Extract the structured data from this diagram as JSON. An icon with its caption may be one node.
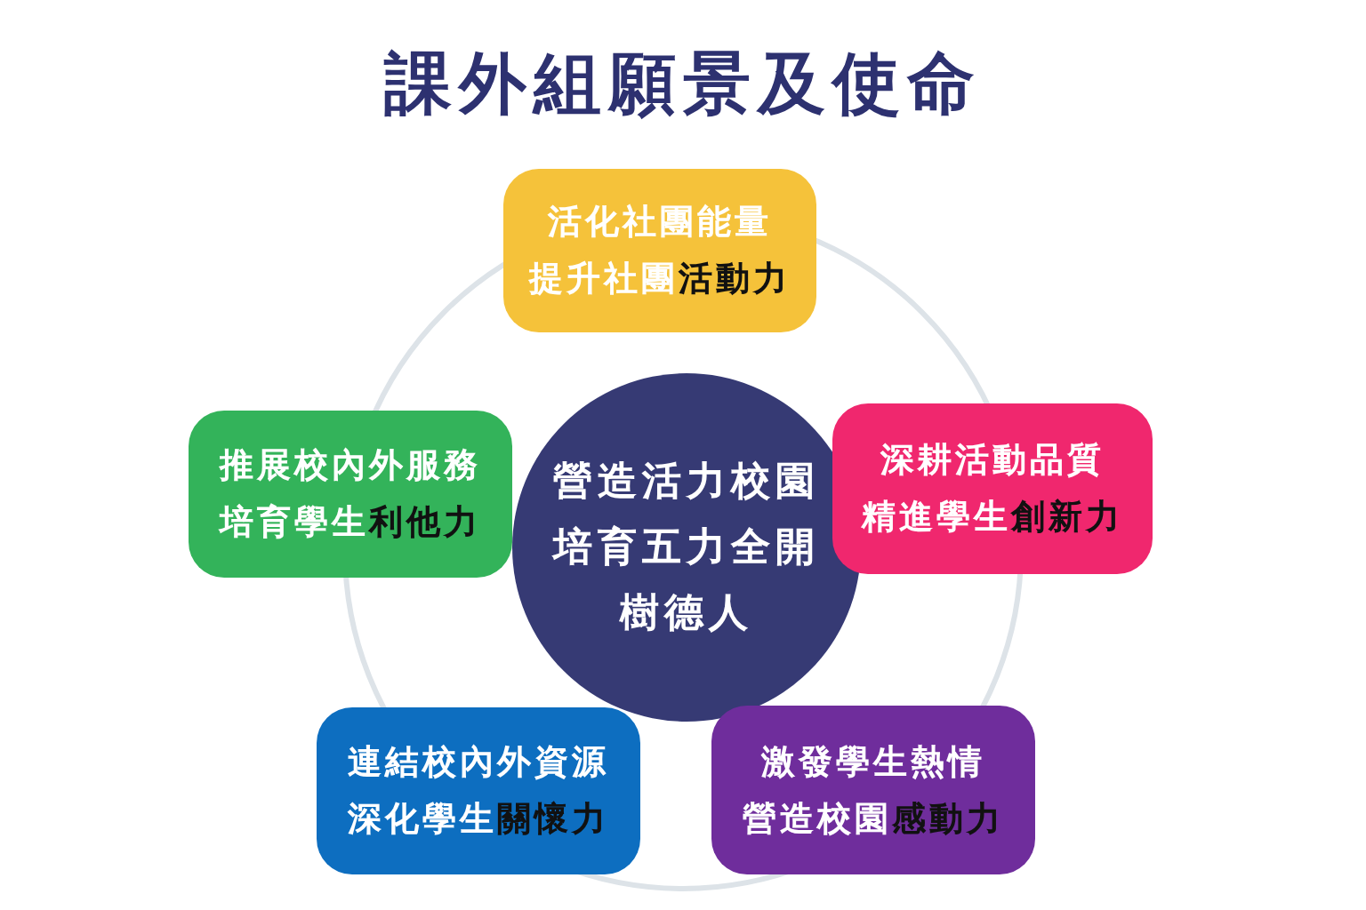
{
  "diagram": {
    "title": "課外組願景及使命",
    "nodes": [
      {
        "text": [
          "活化社團能量",
          "提升社團**活動力**"
        ]
      },
      {
        "text": [
          "推展校內外服務",
          "培育學生**利他力**"
        ]
      },
      {
        "text": [
          "營造活力校園",
          "培育五力全開樹德人"
        ]
      },
      {
        "text": [
          "深耕活動品質",
          "精進學生**創新力**"
        ]
      },
      {
        "text": [
          "連結校內外資源",
          "深化學生**關懷力**"
        ]
      },
      {
        "text": [
          "激發學生熱情",
          "營造校園**感動力**"
        ]
      }
    ]
  }
}
